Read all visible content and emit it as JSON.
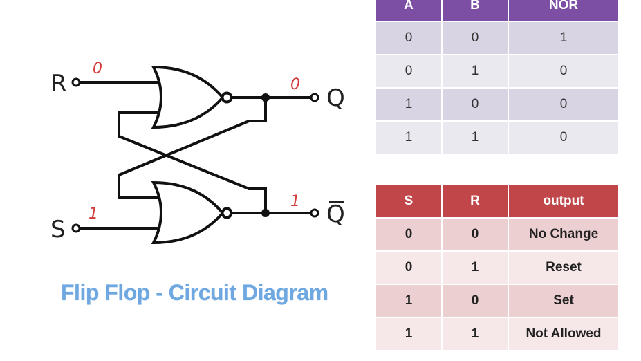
{
  "circuit": {
    "label_r": "R",
    "label_s": "S",
    "label_q": "Q",
    "label_q_bar": "Q",
    "value_r": "0",
    "value_s": "1",
    "value_q": "0",
    "value_q_bar": "1"
  },
  "caption": "Flip Flop - Circuit Diagram",
  "nor_table": {
    "headers": [
      "A",
      "B",
      "NOR"
    ],
    "rows": [
      [
        "0",
        "0",
        "1"
      ],
      [
        "0",
        "1",
        "0"
      ],
      [
        "1",
        "0",
        "0"
      ],
      [
        "1",
        "1",
        "0"
      ]
    ]
  },
  "sr_table": {
    "headers": [
      "S",
      "R",
      "output"
    ],
    "rows": [
      [
        "0",
        "0",
        "No Change"
      ],
      [
        "0",
        "1",
        "Reset"
      ],
      [
        "1",
        "0",
        "Set"
      ],
      [
        "1",
        "1",
        "Not Allowed"
      ]
    ]
  }
}
